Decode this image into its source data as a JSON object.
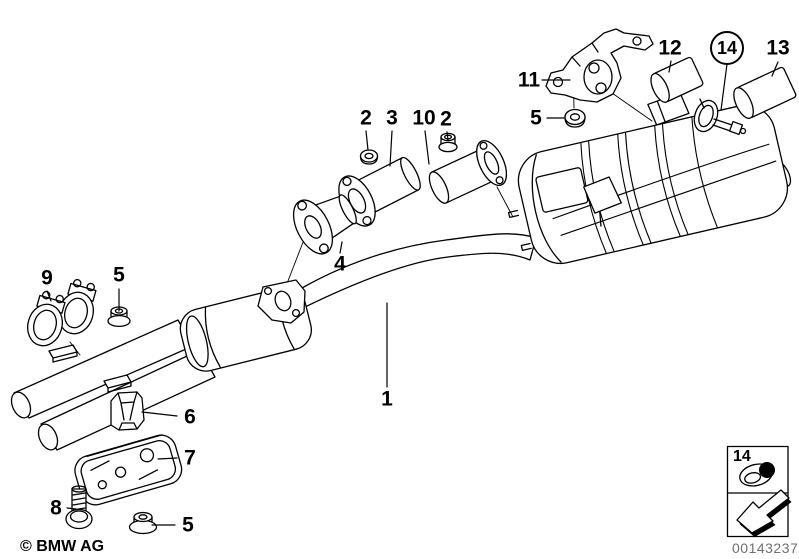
{
  "diagram": {
    "copyright": "© BMW AG",
    "image_id": "00143237",
    "callouts": [
      {
        "label": "1"
      },
      {
        "label": "2"
      },
      {
        "label": "3"
      },
      {
        "label": "10"
      },
      {
        "label": "2"
      },
      {
        "label": "4"
      },
      {
        "label": "5"
      },
      {
        "label": "9"
      },
      {
        "label": "11"
      },
      {
        "label": "5"
      },
      {
        "label": "12"
      },
      {
        "label": "14",
        "circled": true
      },
      {
        "label": "13"
      },
      {
        "label": "6"
      },
      {
        "label": "7"
      },
      {
        "label": "8"
      },
      {
        "label": "5"
      }
    ],
    "legend_box": {
      "item_label": "14",
      "icons": [
        "clamp-icon",
        "direction-arrow-icon"
      ]
    },
    "colors": {
      "line": "#000000",
      "background": "#ffffff",
      "image_id_text": "#707070"
    }
  }
}
